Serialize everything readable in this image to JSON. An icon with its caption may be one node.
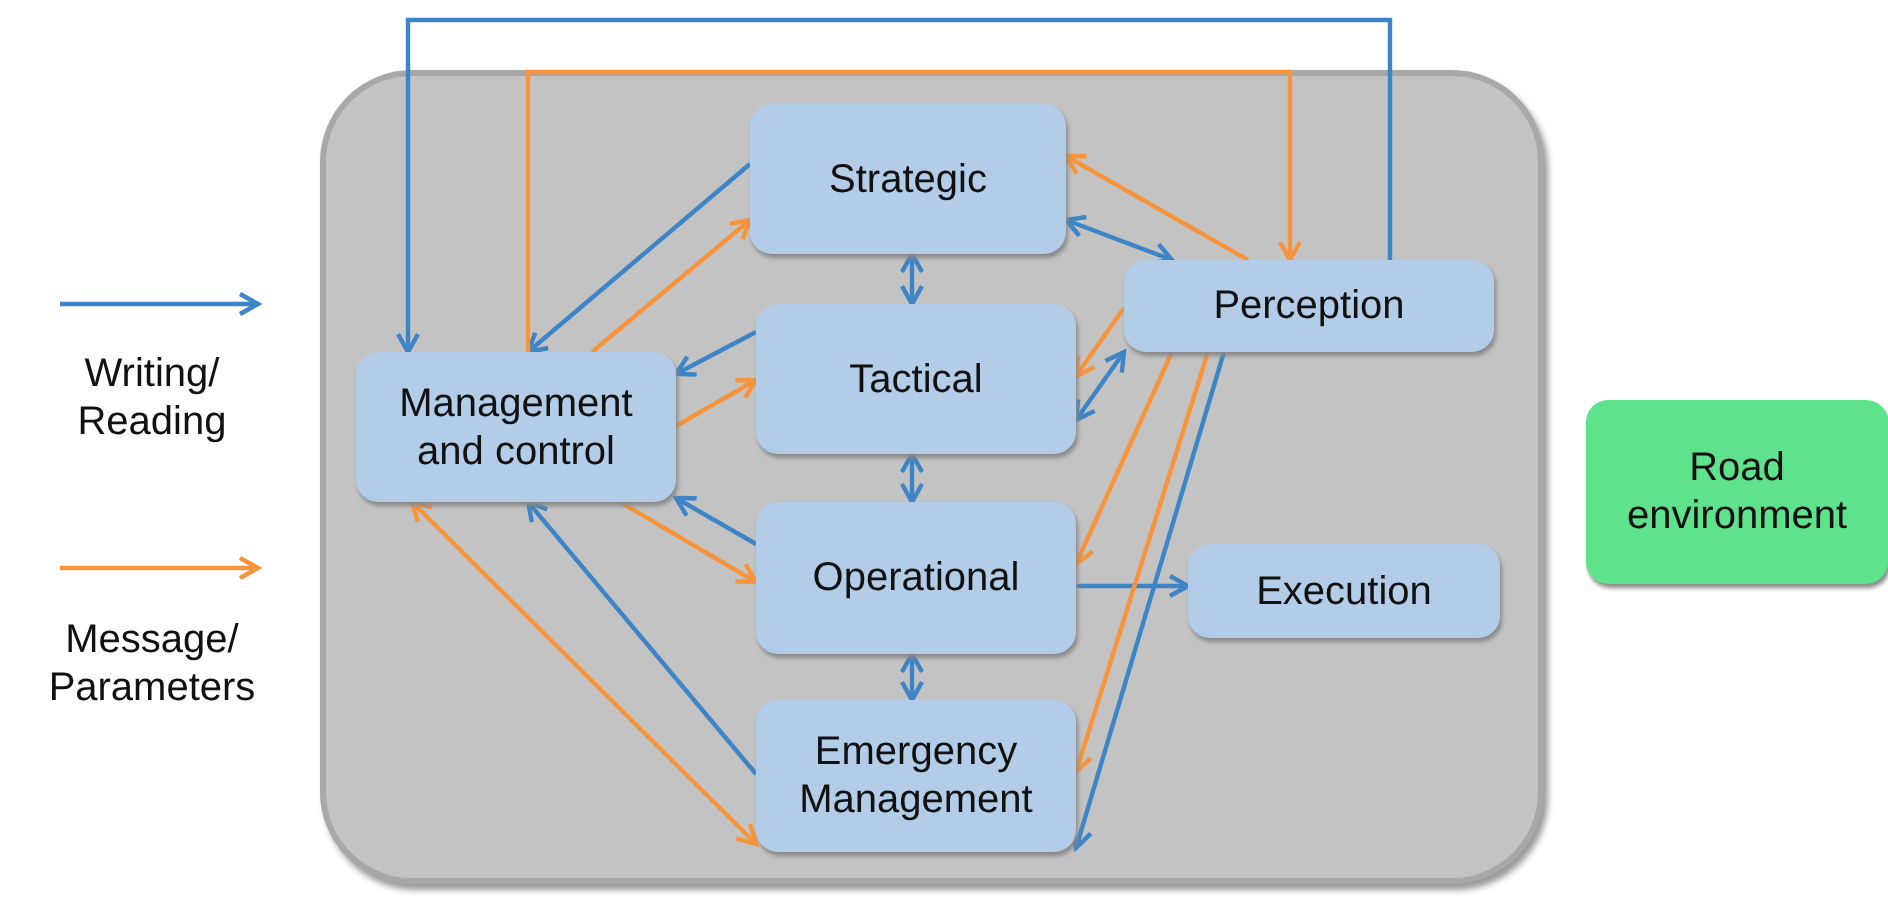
{
  "diagram": {
    "nodes": [
      {
        "text": [],
        "shape": "box"
      },
      {
        "text": [
          "Strategic"
        ],
        "in": 0
      },
      {
        "text": [
          "Management and control"
        ],
        "in": 0
      },
      {
        "text": [
          "Tactical"
        ],
        "in": 0
      },
      {
        "text": [
          "Perception"
        ],
        "in": 0
      },
      {
        "text": [
          "Operational"
        ],
        "in": 0
      },
      {
        "text": [
          "Execution"
        ],
        "in": 0
      },
      {
        "text": [
          "Emergency Management"
        ],
        "in": 0
      },
      {
        "text": [
          "Road environment"
        ]
      }
    ],
    "edges": [
      {
        "from": 4,
        "to": 2,
        "arrow": "to"
      },
      {
        "from": 1,
        "to": 2,
        "arrow": "to"
      },
      {
        "from": 3,
        "to": 2,
        "arrow": "to"
      },
      {
        "from": 1,
        "to": 3,
        "arrow": "both"
      },
      {
        "from": 1,
        "to": 4,
        "arrow": "both"
      },
      {
        "from": 3,
        "to": 4,
        "arrow": "both"
      },
      {
        "from": 3,
        "to": 5,
        "arrow": "both"
      },
      {
        "from": 5,
        "to": 2,
        "arrow": "to"
      },
      {
        "from": 7,
        "to": 2,
        "arrow": "to"
      },
      {
        "from": 5,
        "to": 7,
        "arrow": "both"
      },
      {
        "from": 5,
        "to": 6,
        "arrow": "to"
      },
      {
        "from": 4,
        "to": 7,
        "arrow": "to"
      },
      {
        "from": 2,
        "to": 4,
        "arrow": "to",
        "color": "#f7943c"
      },
      {
        "from": 2,
        "to": 1,
        "arrow": "to",
        "color": "#f7943c"
      },
      {
        "from": 2,
        "to": 3,
        "arrow": "to",
        "color": "#f7943c"
      },
      {
        "from": 4,
        "to": 1,
        "arrow": "to",
        "color": "#f7943c"
      },
      {
        "from": 4,
        "to": 3,
        "arrow": "to",
        "color": "#f7943c"
      },
      {
        "from": 4,
        "to": 5,
        "arrow": "to",
        "color": "#f7943c"
      },
      {
        "from": 4,
        "to": 7,
        "arrow": "to",
        "color": "#f7943c"
      },
      {
        "from": 2,
        "to": 5,
        "arrow": "to",
        "color": "#f7943c"
      },
      {
        "from": 2,
        "to": 7,
        "arrow": "both",
        "color": "#f7943c"
      }
    ],
    "legend": [
      {
        "text": "Writing/ Reading",
        "color": "#3d85c6"
      },
      {
        "text": "Message/ Parameters",
        "color": "#f7943c"
      }
    ]
  }
}
